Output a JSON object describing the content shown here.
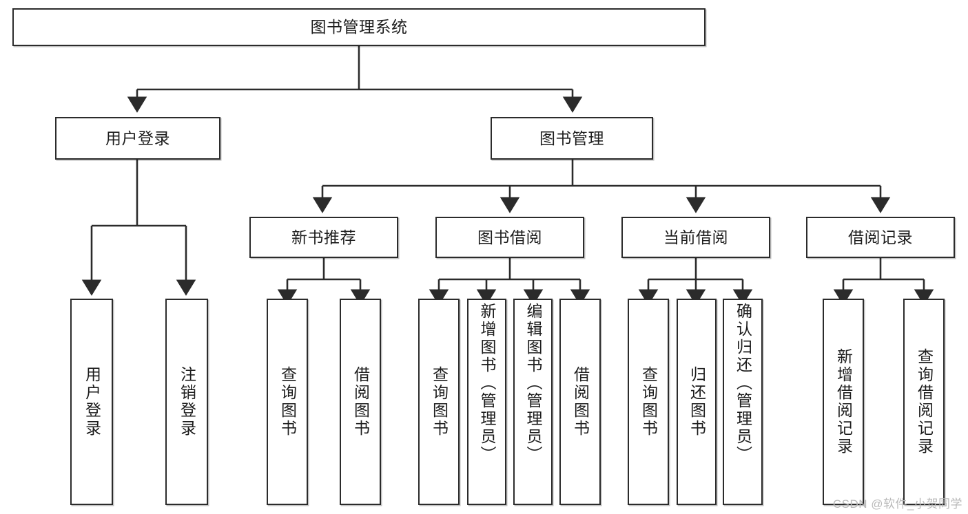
{
  "diagram": {
    "title": "图书管理系统",
    "type": "tree-hierarchy-chart",
    "watermark": "CSDN @软件_小贺同学",
    "colors": {
      "stroke": "#2b2b2b",
      "fill": "#ffffff",
      "text": "#1d1d1d",
      "watermark": "#b9b9b9"
    },
    "nodes": {
      "root": {
        "label": "图书管理系统"
      },
      "level2": [
        {
          "id": "user-login",
          "label": "用户登录"
        },
        {
          "id": "book-management",
          "label": "图书管理"
        }
      ],
      "level3": [
        {
          "id": "new-book-recommend",
          "label": "新书推荐"
        },
        {
          "id": "book-borrow",
          "label": "图书借阅"
        },
        {
          "id": "current-borrow",
          "label": "当前借阅"
        },
        {
          "id": "borrow-record",
          "label": "借阅记录"
        }
      ],
      "leaves": {
        "user_login": [
          {
            "id": "leaf-user-login",
            "label": "用户登录"
          },
          {
            "id": "leaf-logout",
            "label": "注销登录"
          }
        ],
        "new_book_recommend": [
          {
            "id": "leaf-query-book-1",
            "label": "查询图书"
          },
          {
            "id": "leaf-borrow-book-1",
            "label": "借阅图书"
          }
        ],
        "book_borrow": [
          {
            "id": "leaf-query-book-2",
            "label": "查询图书"
          },
          {
            "id": "leaf-add-book",
            "label": "新增图书（管理员）"
          },
          {
            "id": "leaf-edit-book",
            "label": "编辑图书（管理员）"
          },
          {
            "id": "leaf-borrow-book-2",
            "label": "借阅图书"
          }
        ],
        "current_borrow": [
          {
            "id": "leaf-query-book-3",
            "label": "查询图书"
          },
          {
            "id": "leaf-return-book",
            "label": "归还图书"
          },
          {
            "id": "leaf-confirm-return",
            "label": "确认归还（管理员）"
          }
        ],
        "borrow_record": [
          {
            "id": "leaf-add-record",
            "label": "新增借阅记录"
          },
          {
            "id": "leaf-query-record",
            "label": "查询借阅记录"
          }
        ]
      }
    }
  }
}
